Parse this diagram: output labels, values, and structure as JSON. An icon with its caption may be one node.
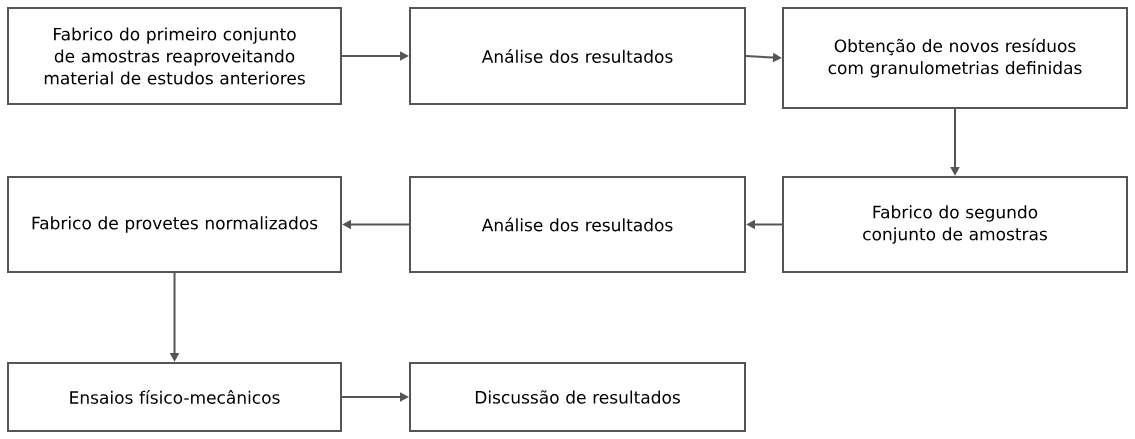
{
  "diagram": {
    "nodes": [
      {
        "text": [
          "Fabrico do primeiro conjunto de amostras reaproveitando material de estudos anteriores"
        ]
      },
      {
        "text": [
          "Análise dos resultados"
        ]
      },
      {
        "text": [
          "Obtenção de novos resíduos com granulometrias definidas"
        ]
      },
      {
        "text": [
          "Fabrico de provetes normalizados"
        ]
      },
      {
        "text": [
          "Análise dos resultados"
        ]
      },
      {
        "text": [
          "Fabrico do segundo conjunto de amostras"
        ]
      },
      {
        "text": [
          "Ensaios físico-mecânicos"
        ]
      },
      {
        "text": [
          "Discussão de resultados"
        ]
      }
    ],
    "edges": [
      {
        "from": 0,
        "to": 1,
        "arrow": "to"
      },
      {
        "from": 1,
        "to": 2,
        "arrow": "to"
      },
      {
        "from": 2,
        "to": 5,
        "arrow": "to"
      },
      {
        "from": 5,
        "to": 4,
        "arrow": "to"
      },
      {
        "from": 4,
        "to": 3,
        "arrow": "to"
      },
      {
        "from": 3,
        "to": 6,
        "arrow": "to"
      },
      {
        "from": 6,
        "to": 7,
        "arrow": "to"
      }
    ]
  }
}
